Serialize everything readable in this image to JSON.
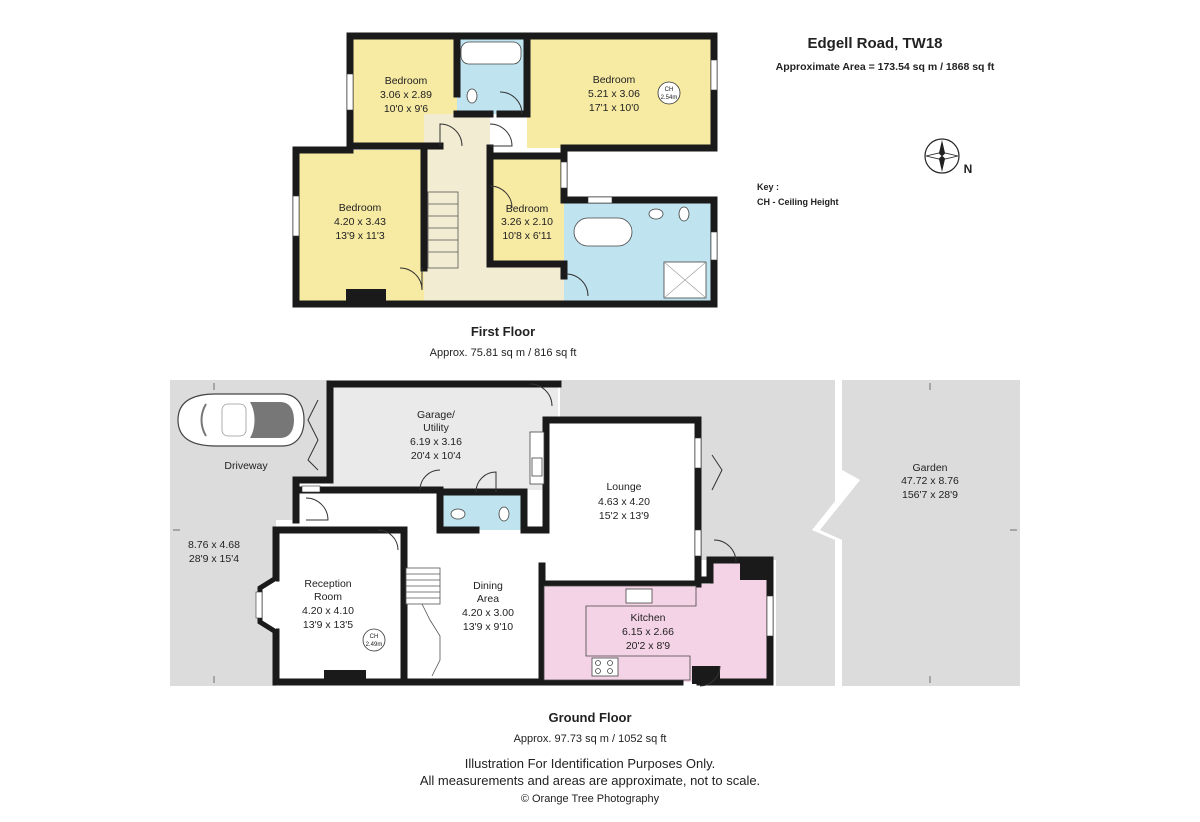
{
  "header": {
    "title": "Edgell Road, TW18",
    "approx_area": "Approximate Area =  173.54 sq m / 1868 sq ft"
  },
  "compass": {
    "label": "N"
  },
  "key": {
    "title": "Key :",
    "ch": "CH - Ceiling Height"
  },
  "first_floor": {
    "title": "First Floor",
    "area": "Approx. 75.81 sq m / 816 sq ft",
    "rooms": {
      "bedroom_1": {
        "name": "Bedroom",
        "metric": "3.06 x 2.89",
        "imperial": "10'0 x 9'6"
      },
      "bedroom_2": {
        "name": "Bedroom",
        "metric": "5.21 x 3.06",
        "imperial": "17'1 x 10'0",
        "ch_label": "CH",
        "ch_value": "2.54m"
      },
      "bedroom_3": {
        "name": "Bedroom",
        "metric": "4.20 x 3.43",
        "imperial": "13'9 x 11'3"
      },
      "bedroom_4": {
        "name": "Bedroom",
        "metric": "3.26 x 2.10",
        "imperial": "10'8 x 6'11"
      }
    }
  },
  "ground_floor": {
    "title": "Ground Floor",
    "area": "Approx. 97.73 sq m / 1052 sq ft",
    "rooms": {
      "garage": {
        "name_1": "Garage/",
        "name_2": "Utility",
        "metric": "6.19 x 3.16",
        "imperial": "20'4 x 10'4"
      },
      "lounge": {
        "name": "Lounge",
        "metric": "4.63 x 4.20",
        "imperial": "15'2 x 13'9"
      },
      "reception": {
        "name_1": "Reception",
        "name_2": "Room",
        "metric": "4.20 x 4.10",
        "imperial": "13'9 x 13'5",
        "ch_label": "CH",
        "ch_value": "2.49m"
      },
      "dining": {
        "name_1": "Dining",
        "name_2": "Area",
        "metric": "4.20 x 3.00",
        "imperial": "13'9 x 9'10"
      },
      "kitchen": {
        "name": "Kitchen",
        "metric": "6.15 x 2.66",
        "imperial": "20'2 x 8'9"
      },
      "driveway": {
        "name": "Driveway",
        "metric": "8.76 x 4.68",
        "imperial": "28'9 x 15'4"
      },
      "garden": {
        "name": "Garden",
        "metric": "47.72 x 8.76",
        "imperial": "156'7 x 28'9"
      }
    }
  },
  "footer": {
    "line_1": "Illustration For Identification Purposes Only.",
    "line_2": "All measurements and areas are approximate, not to scale.",
    "copyright": "© Orange Tree Photography"
  },
  "colors": {
    "bedroom": "#f7eaa3",
    "bathroom": "#bfe3ef",
    "hall": "#f2ecd2",
    "kitchen": "#f5d3e6",
    "garage": "#eaeaea",
    "outdoor": "#dcdcdc",
    "wall": "#1a1a1a"
  }
}
